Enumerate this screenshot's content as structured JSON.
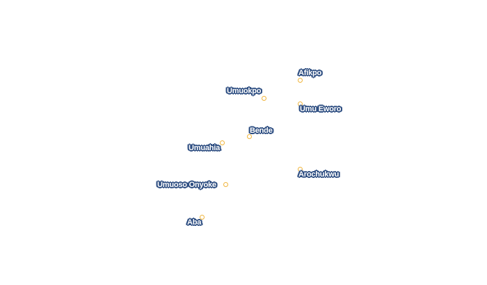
{
  "map": {
    "cities": [
      {
        "name": "Afikpo"
      },
      {
        "name": "Umuokpo"
      },
      {
        "name": "Umu Eworo"
      },
      {
        "name": "Bende"
      },
      {
        "name": "Umuahia"
      },
      {
        "name": "Arochukwu"
      },
      {
        "name": "Umuoso Onyoke"
      },
      {
        "name": "Aba"
      }
    ],
    "colors": {
      "marker_stroke": "#f0b43a",
      "label_halo": "#2f4f82",
      "label_text": "#ffffff",
      "background": "#ffffff"
    }
  }
}
